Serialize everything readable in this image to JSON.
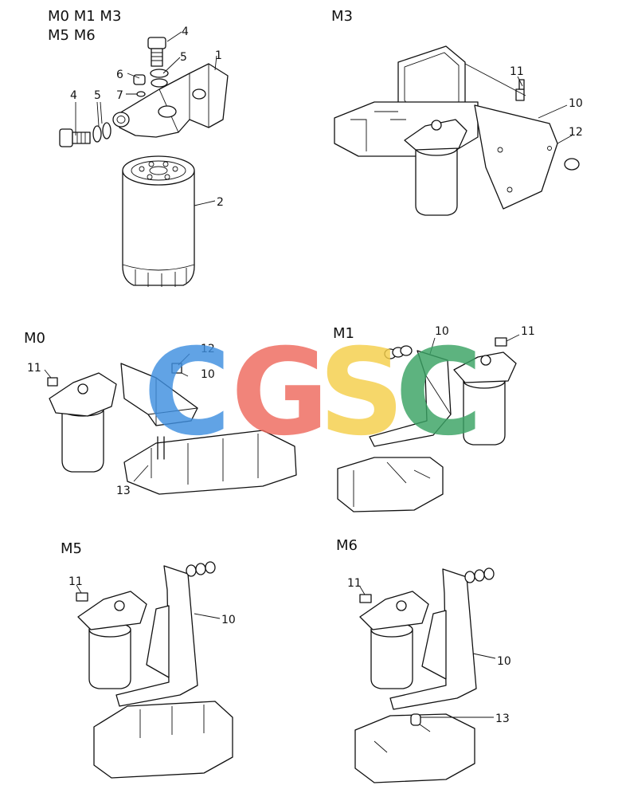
{
  "panels": {
    "top_left": {
      "model_line1": "M0 M1 M3",
      "model_line2": "M5 M6",
      "callouts": [
        "4",
        "5",
        "1",
        "6",
        "7",
        "4",
        "5",
        "2"
      ]
    },
    "top_right": {
      "model": "M3",
      "callouts": [
        "11",
        "10",
        "12"
      ]
    },
    "mid_left": {
      "model": "M0",
      "callouts": [
        "11",
        "12",
        "10",
        "13"
      ]
    },
    "mid_right": {
      "model": "M1",
      "callouts": [
        "10",
        "11"
      ]
    },
    "bottom_left": {
      "model": "M5",
      "callouts": [
        "11",
        "10"
      ]
    },
    "bottom_right": {
      "model": "M6",
      "callouts": [
        "11",
        "10",
        "13"
      ]
    }
  },
  "watermark": {
    "letters": [
      "C",
      "G",
      "S",
      "C"
    ],
    "colors": [
      "#3f8fe0",
      "#ef6a5e",
      "#f5cf4a",
      "#3aa364"
    ]
  }
}
